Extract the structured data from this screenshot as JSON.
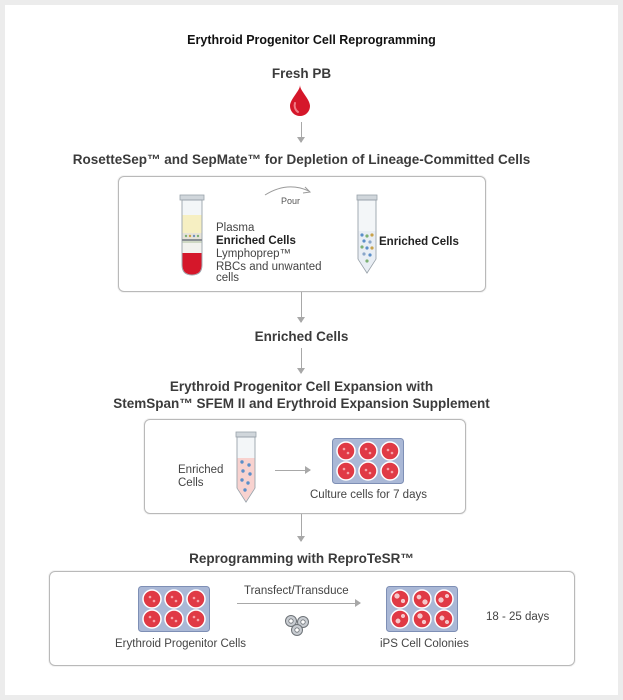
{
  "title": "Erythroid Progenitor Cell Reprogramming",
  "start": {
    "label": "Fresh PB",
    "icon": "blood-drop-icon"
  },
  "step1": {
    "title": "RosetteSep™ and SepMate™ for Depletion of Lineage-Committed Cells",
    "pour_label": "Pour",
    "tube_labels": {
      "plasma": "Plasma",
      "enriched": "Enriched Cells",
      "lymphoprep": "Lymphoprep™",
      "rbcs_line1": "RBCs and unwanted",
      "rbcs_line2": "cells"
    },
    "result_label": "Enriched Cells"
  },
  "intermediate": {
    "label": "Enriched Cells"
  },
  "step2": {
    "title_line1": "Erythroid Progenitor Cell Expansion with",
    "title_line2": "StemSpan™ SFEM II and Erythroid Expansion Supplement",
    "input_line1": "Enriched",
    "input_line2": "Cells",
    "plate_caption": "Culture cells for 7 days"
  },
  "step3": {
    "title": "Reprogramming with ReproTeSR™",
    "left_caption": "Erythroid Progenitor Cells",
    "arrow_label": "Transfect/Transduce",
    "right_caption": "iPS Cell Colonies",
    "duration": "18 - 25 days"
  },
  "colors": {
    "blood_red": "#d5172a",
    "plate_blue": "#aab8d6",
    "well_red": "#e03a45",
    "cell_blue": "#5b8fc9",
    "line_gray": "#a8a8a8"
  }
}
